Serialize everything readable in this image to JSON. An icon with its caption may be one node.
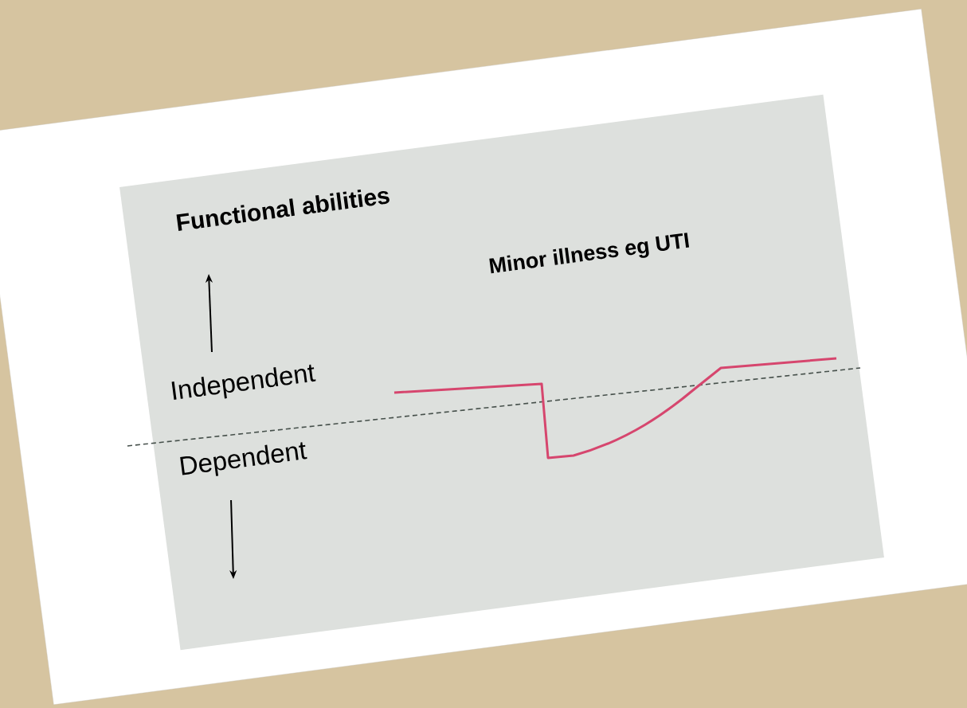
{
  "diagram": {
    "labels": [
      "Functional abilities",
      "Minor illness eg UTI",
      "Independent",
      "Dependent"
    ]
  }
}
